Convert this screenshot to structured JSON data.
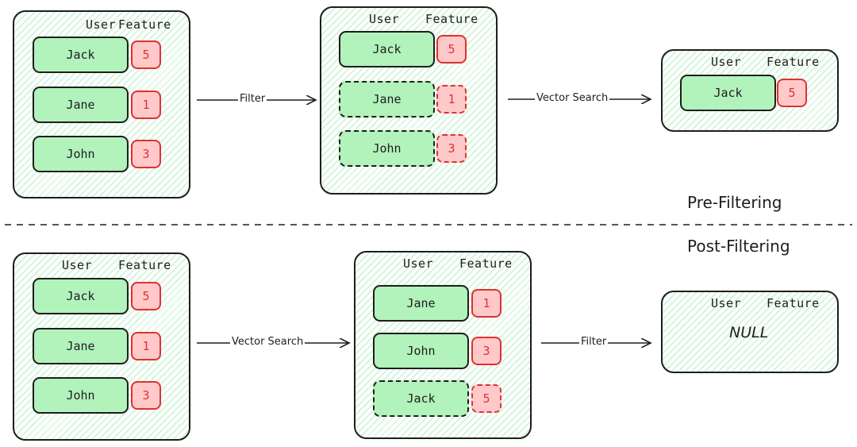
{
  "headers": {
    "user": "User",
    "feature": "Feature"
  },
  "pre_filtering": {
    "title": "Pre-Filtering",
    "input_rows": [
      {
        "user": "Jack",
        "feature": "5"
      },
      {
        "user": "Jane",
        "feature": "1"
      },
      {
        "user": "John",
        "feature": "3"
      }
    ],
    "step1_label": "Filter",
    "filtered_rows": [
      {
        "user": "Jack",
        "feature": "5",
        "kept": true
      },
      {
        "user": "Jane",
        "feature": "1",
        "kept": false
      },
      {
        "user": "John",
        "feature": "3",
        "kept": false
      }
    ],
    "step2_label": "Vector Search",
    "result_rows": [
      {
        "user": "Jack",
        "feature": "5"
      }
    ]
  },
  "post_filtering": {
    "title": "Post-Filtering",
    "input_rows": [
      {
        "user": "Jack",
        "feature": "5"
      },
      {
        "user": "Jane",
        "feature": "1"
      },
      {
        "user": "John",
        "feature": "3"
      }
    ],
    "step1_label": "Vector Search",
    "search_rows": [
      {
        "user": "Jane",
        "feature": "1",
        "kept": true
      },
      {
        "user": "John",
        "feature": "3",
        "kept": true
      },
      {
        "user": "Jack",
        "feature": "5",
        "kept": false
      }
    ],
    "step2_label": "Filter",
    "result_text": "NULL"
  }
}
